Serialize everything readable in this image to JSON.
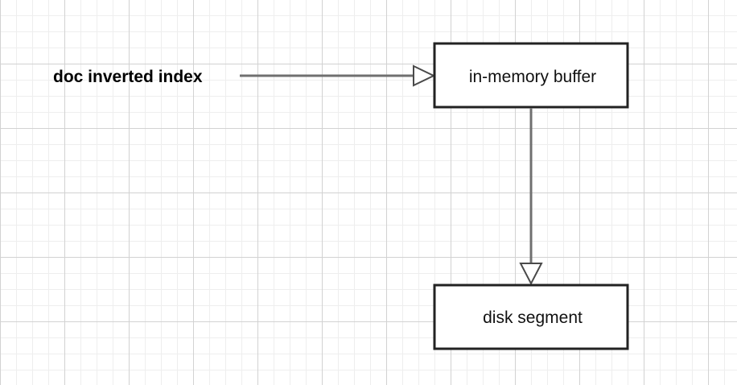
{
  "diagram": {
    "source_label": "doc inverted index",
    "nodes": {
      "buffer": {
        "label": "in-memory buffer"
      },
      "segment": {
        "label": "disk segment"
      }
    },
    "edges": [
      {
        "from": "doc inverted index",
        "to": "in-memory buffer",
        "arrow": "hollow-triangle"
      },
      {
        "from": "in-memory buffer",
        "to": "disk segment",
        "arrow": "hollow-triangle"
      }
    ],
    "colors": {
      "grid_major": "#d2d2d2",
      "grid_minor": "#eeeeee",
      "box_border": "#222222",
      "connector": "#707070"
    }
  }
}
